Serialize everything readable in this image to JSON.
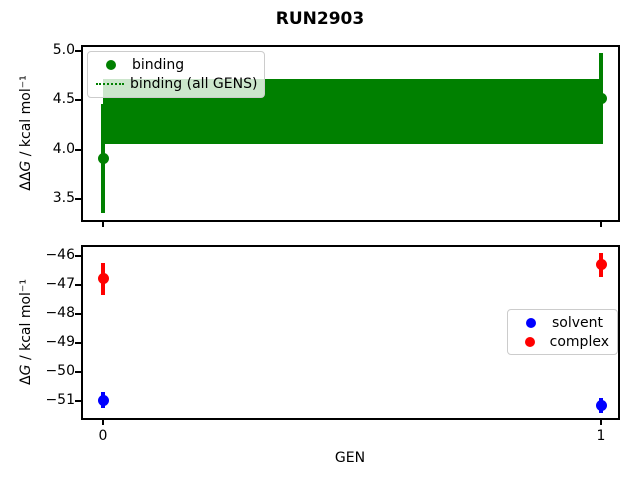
{
  "figure": {
    "title": "RUN2903",
    "background": "#ffffff"
  },
  "colors": {
    "binding": "#008000",
    "solvent": "#0000ff",
    "complex": "#ff0000",
    "axis": "#000000",
    "legend_border": "#cccccc"
  },
  "chart_data": [
    {
      "type": "scatter",
      "subplot": "top",
      "ylabel": "ΔΔG / kcal mol⁻¹",
      "ylabel_parts": {
        "prefix": "ΔΔ",
        "var": "G",
        "suffix": " / kcal mol⁻¹"
      },
      "x": [
        0,
        1
      ],
      "ylim": [
        3.27,
        5.06
      ],
      "grid": false,
      "yticks": {
        "values": [
          5.0,
          4.5,
          4.0,
          3.5
        ],
        "labels": [
          "5.0",
          "4.5",
          "4.0",
          "3.5"
        ]
      },
      "xticks": {
        "values": [
          0,
          1
        ],
        "labels": []
      },
      "series": [
        {
          "name": "binding",
          "color": "#008000",
          "marker": "circle",
          "values": [
            3.91,
            4.52
          ],
          "yerr": [
            0.55,
            0.46
          ]
        },
        {
          "name": "binding (all GENS)",
          "color": "#008000",
          "linestyle": "dotted",
          "band": {
            "low": 4.06,
            "high": 4.72
          }
        }
      ],
      "legend": {
        "position": "upper left",
        "entries": [
          "binding",
          "binding (all GENS)"
        ]
      }
    },
    {
      "type": "scatter",
      "subplot": "bottom",
      "xlabel": "GEN",
      "ylabel": "ΔG / kcal mol⁻¹",
      "ylabel_parts": {
        "prefix": "Δ",
        "var": "G",
        "suffix": " / kcal mol⁻¹"
      },
      "x": [
        0,
        1
      ],
      "ylim": [
        -51.65,
        -45.6
      ],
      "grid": false,
      "yticks": {
        "values": [
          -46,
          -47,
          -48,
          -49,
          -50,
          -51
        ],
        "labels": [
          "−46",
          "−47",
          "−48",
          "−49",
          "−50",
          "−51"
        ]
      },
      "xticks": {
        "values": [
          0,
          1
        ],
        "labels": [
          "0",
          "1"
        ]
      },
      "series": [
        {
          "name": "solvent",
          "color": "#0000ff",
          "marker": "circle",
          "values": [
            -50.97,
            -51.15
          ],
          "yerr": [
            0.28,
            0.25
          ]
        },
        {
          "name": "complex",
          "color": "#ff0000",
          "marker": "circle",
          "values": [
            -46.78,
            -46.3
          ],
          "yerr": [
            0.55,
            0.42
          ]
        }
      ],
      "legend": {
        "position": "center right",
        "entries": [
          "solvent",
          "complex"
        ]
      }
    }
  ]
}
